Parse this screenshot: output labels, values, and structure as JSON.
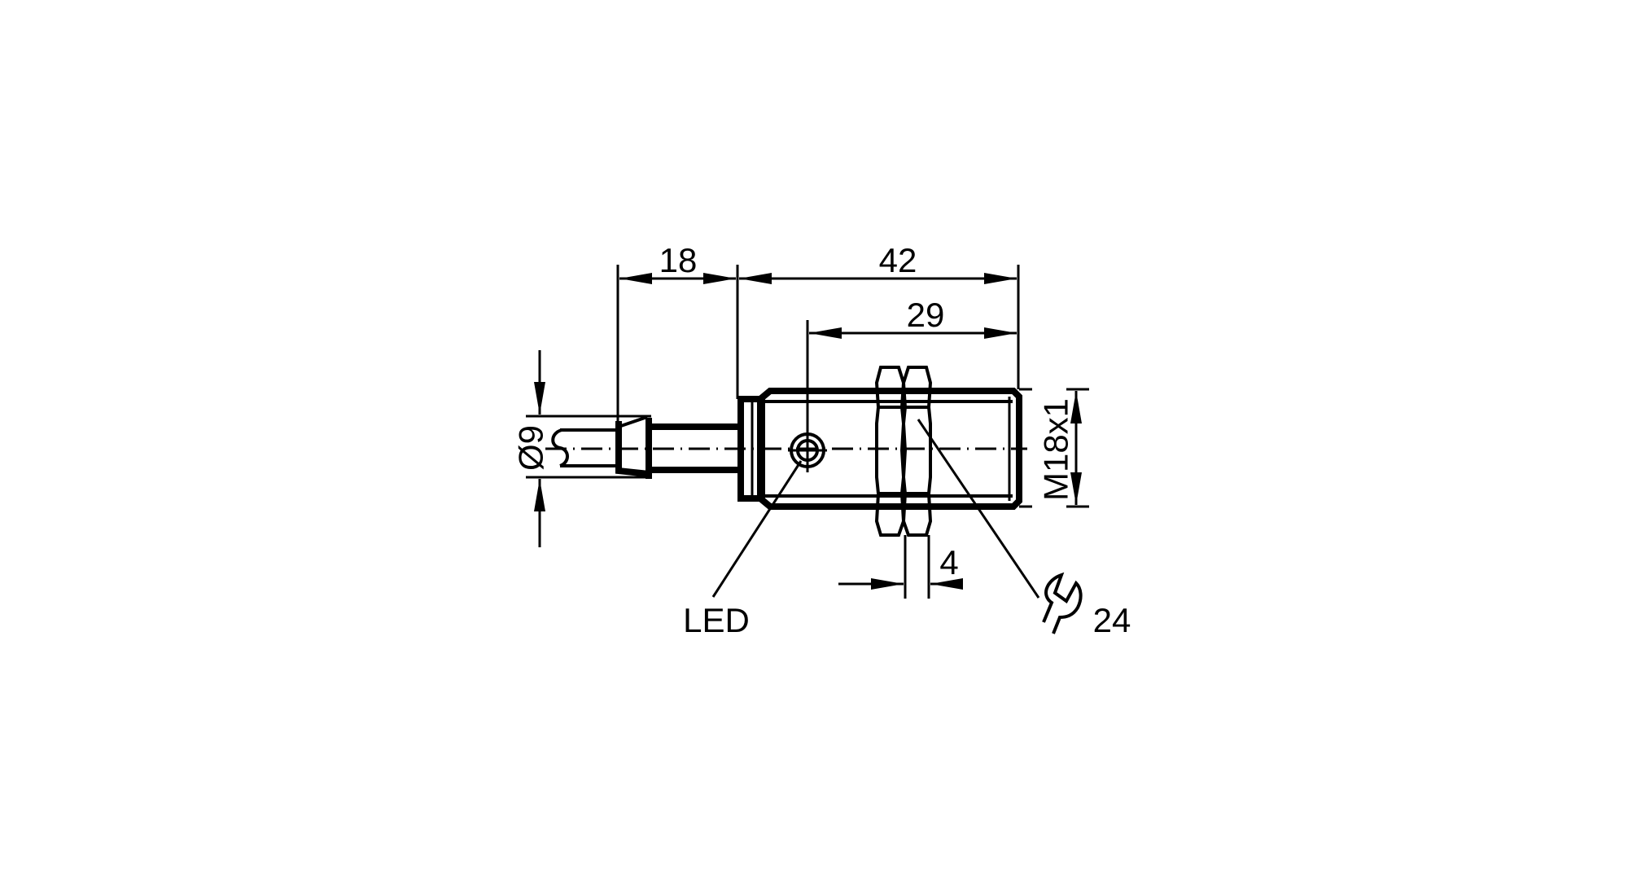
{
  "drawing": {
    "type": "technical-dimension-drawing",
    "subject": "M18 cylindrical sensor with cable",
    "colors": {
      "line": "#000000",
      "background": "#ffffff"
    },
    "dimensions": {
      "gland_length": "18",
      "overall_length": "42",
      "thread_length": "29",
      "cable_diameter": "Ø9",
      "thread_size": "M18x1",
      "nut_thickness": "4",
      "wrench_size": "24"
    },
    "labels": {
      "led": "LED"
    },
    "icons": {
      "wrench": "wrench-icon",
      "diameter": "diameter-symbol"
    }
  }
}
